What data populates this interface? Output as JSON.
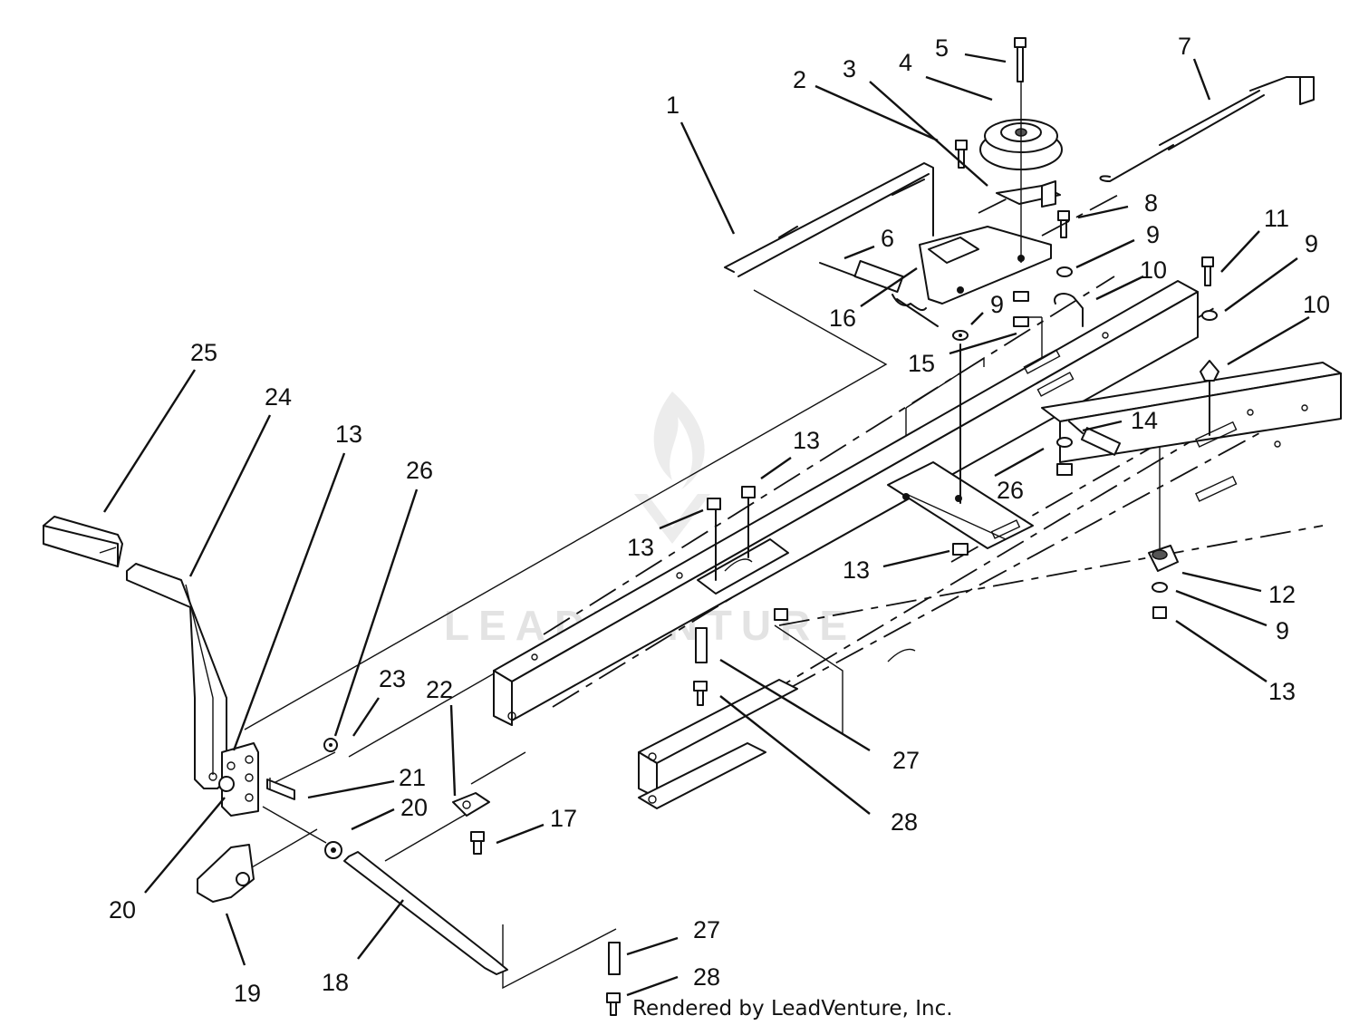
{
  "watermark": "LEADVENTURE",
  "footer": "Rendered by LeadVenture, Inc.",
  "callouts": [
    {
      "id": "c1",
      "label": "1"
    },
    {
      "id": "c2",
      "label": "2"
    },
    {
      "id": "c3",
      "label": "3"
    },
    {
      "id": "c4",
      "label": "4"
    },
    {
      "id": "c5",
      "label": "5"
    },
    {
      "id": "c6",
      "label": "6"
    },
    {
      "id": "c7",
      "label": "7"
    },
    {
      "id": "c8",
      "label": "8"
    },
    {
      "id": "c9a",
      "label": "9"
    },
    {
      "id": "c9b",
      "label": "9"
    },
    {
      "id": "c9c",
      "label": "9"
    },
    {
      "id": "c9d",
      "label": "9"
    },
    {
      "id": "c10a",
      "label": "10"
    },
    {
      "id": "c10b",
      "label": "10"
    },
    {
      "id": "c11",
      "label": "11"
    },
    {
      "id": "c12",
      "label": "12"
    },
    {
      "id": "c13a",
      "label": "13"
    },
    {
      "id": "c13b",
      "label": "13"
    },
    {
      "id": "c13c",
      "label": "13"
    },
    {
      "id": "c13d",
      "label": "13"
    },
    {
      "id": "c13e",
      "label": "13"
    },
    {
      "id": "c14",
      "label": "14"
    },
    {
      "id": "c15",
      "label": "15"
    },
    {
      "id": "c16",
      "label": "16"
    },
    {
      "id": "c17",
      "label": "17"
    },
    {
      "id": "c18",
      "label": "18"
    },
    {
      "id": "c19",
      "label": "19"
    },
    {
      "id": "c20a",
      "label": "20"
    },
    {
      "id": "c20b",
      "label": "20"
    },
    {
      "id": "c21",
      "label": "21"
    },
    {
      "id": "c22",
      "label": "22"
    },
    {
      "id": "c23",
      "label": "23"
    },
    {
      "id": "c24",
      "label": "24"
    },
    {
      "id": "c25",
      "label": "25"
    },
    {
      "id": "c26a",
      "label": "26"
    },
    {
      "id": "c26b",
      "label": "26"
    },
    {
      "id": "c27a",
      "label": "27"
    },
    {
      "id": "c27b",
      "label": "27"
    },
    {
      "id": "c28a",
      "label": "28"
    },
    {
      "id": "c28b",
      "label": "28"
    }
  ]
}
